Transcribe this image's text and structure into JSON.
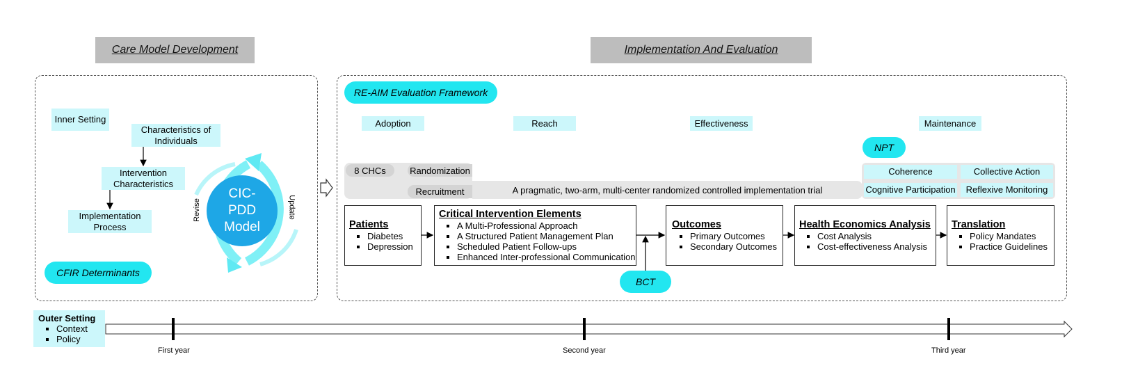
{
  "headers": {
    "left": "Care Model Development",
    "right": "Implementation And Evaluation"
  },
  "cfir": {
    "inner_setting": "Inner Setting",
    "characteristics_individuals": "Characteristics of Individuals",
    "intervention_characteristics": "Intervention Characteristics",
    "implementation_process": "Implementation Process",
    "determinants_label": "CFIR Determinants",
    "model_label": "CIC-PDD Model",
    "revise_label": "Revise",
    "update_label": "Update"
  },
  "reaim": {
    "framework_label": "RE-AIM Evaluation Framework",
    "dimensions": [
      "Adoption",
      "Reach",
      "Effectiveness",
      "Maintenance"
    ]
  },
  "trial": {
    "chcs": "8 CHCs",
    "randomization": "Randomization",
    "recruitment": "Recruitment",
    "description": "A pragmatic, two-arm, multi-center randomized controlled implementation trial"
  },
  "npt": {
    "label": "NPT",
    "items": [
      "Coherence",
      "Collective Action",
      "Cognitive Participation",
      "Reflexive Monitoring"
    ]
  },
  "boxes": {
    "patients": {
      "title": "Patients",
      "items": [
        "Diabetes",
        "Depression"
      ]
    },
    "interventions": {
      "title": "Critical Intervention Elements",
      "items": [
        "A Multi-Professional Approach",
        "A Structured Patient Management Plan",
        "Scheduled Patient Follow-ups",
        "Enhanced Inter-professional Communication"
      ]
    },
    "outcomes": {
      "title": "Outcomes",
      "items": [
        "Primary Outcomes",
        "Secondary Outcomes"
      ]
    },
    "health_econ": {
      "title": "Health Economics Analysis",
      "items": [
        "Cost Analysis",
        "Cost-effectiveness Analysis"
      ]
    },
    "translation": {
      "title": "Translation",
      "items": [
        "Policy Mandates",
        "Practice Guidelines"
      ]
    }
  },
  "bct_label": "BCT",
  "outer_setting": {
    "title": "Outer Setting",
    "items": [
      "Context",
      "Policy"
    ]
  },
  "timeline": {
    "labels": [
      "First year",
      "Second year",
      "Third year"
    ]
  },
  "colors": {
    "cyan": "#22e6f0",
    "light_cyan": "#ccf7fb",
    "header_gray": "#bdbdbd"
  }
}
